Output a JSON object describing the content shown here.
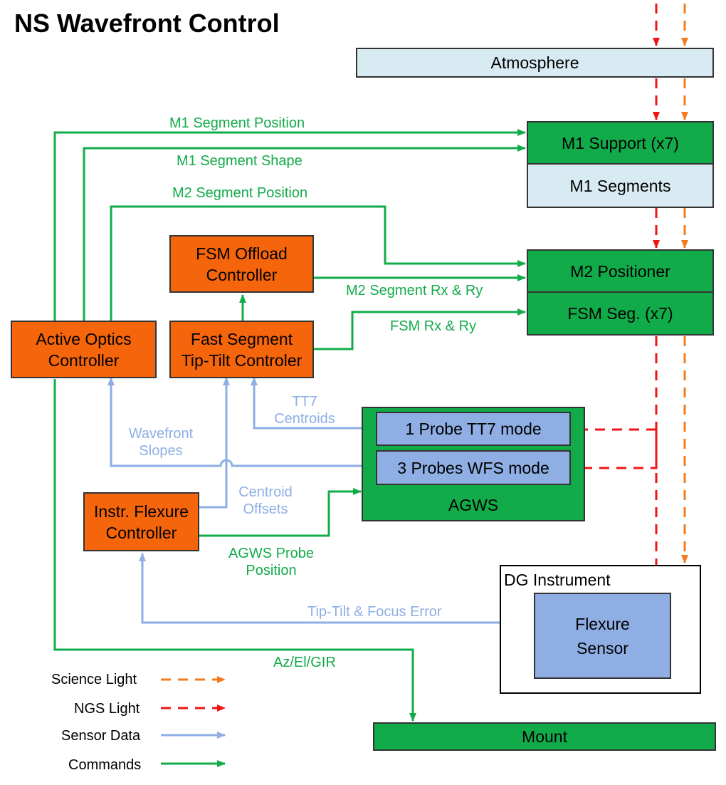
{
  "title": "NS Wavefront Control",
  "colors": {
    "command": "#12ab4a",
    "sensor": "#8eaee4",
    "ngs_light": "#f01414",
    "science_light": "#f57a1e",
    "controller": "#f5650c",
    "optic": "#d9ebf2"
  },
  "boxes": {
    "atmosphere": "Atmosphere",
    "m1_support": "M1 Support (x7)",
    "m1_segments": "M1 Segments",
    "m2_positioner": "M2 Positioner",
    "fsm_seg": "FSM Seg. (x7)",
    "fsm_offload_line1": "FSM Offload",
    "fsm_offload_line2": "Controller",
    "active_optics_line1": "Active Optics",
    "active_optics_line2": "Controller",
    "fast_segment_line1": "Fast Segment",
    "fast_segment_line2": "Tip-Tilt Controler",
    "probe_tt7": "1 Probe TT7 mode",
    "probes_wfs": "3 Probes WFS mode",
    "agws": "AGWS",
    "instr_flexure_line1": "Instr. Flexure",
    "instr_flexure_line2": "Controller",
    "dg_instrument": "DG Instrument",
    "flexure_sensor_line1": "Flexure",
    "flexure_sensor_line2": "Sensor",
    "mount": "Mount"
  },
  "labels": {
    "m1_segment_position": "M1 Segment Position",
    "m1_segment_shape": "M1 Segment Shape",
    "m2_segment_position": "M2 Segment Position",
    "m2_segment_rx_ry": "M2 Segment Rx & Ry",
    "fsm_rx_ry": "FSM Rx & Ry",
    "tt7_centroids_line1": "TT7",
    "tt7_centroids_line2": "Centroids",
    "wavefront_slopes_line1": "Wavefront",
    "wavefront_slopes_line2": "Slopes",
    "centroid_offsets_line1": "Centroid",
    "centroid_offsets_line2": "Offsets",
    "agws_probe_position_line1": "AGWS Probe",
    "agws_probe_position_line2": "Position",
    "tip_tilt_focus_error": "Tip-Tilt & Focus Error",
    "az_el_gir": "Az/El/GIR"
  },
  "legend": {
    "science_light": "Science Light",
    "ngs_light": "NGS Light",
    "sensor_data": "Sensor Data",
    "commands": "Commands"
  }
}
